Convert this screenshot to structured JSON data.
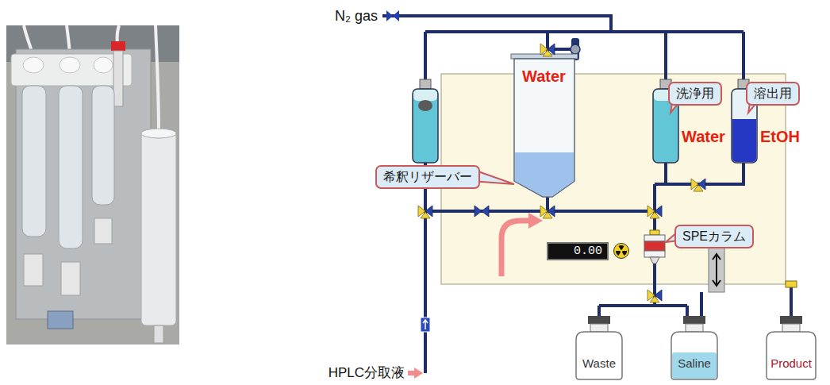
{
  "diagram": {
    "nodes": [
      {
        "text": [
          "洗浄用"
        ]
      },
      {
        "text": [
          "溶出用"
        ]
      },
      {
        "text": [
          "希釈リザーバー"
        ]
      },
      {
        "text": [
          "SPEカラム"
        ]
      },
      {
        "text": [
          "Waste"
        ]
      },
      {
        "text": [
          "Saline"
        ]
      },
      {
        "text": [
          "Product"
        ]
      }
    ],
    "labels": [
      "N₂ gas",
      "Water",
      "Water",
      "EtOH",
      "0.00",
      "HPLC分取液"
    ]
  }
}
